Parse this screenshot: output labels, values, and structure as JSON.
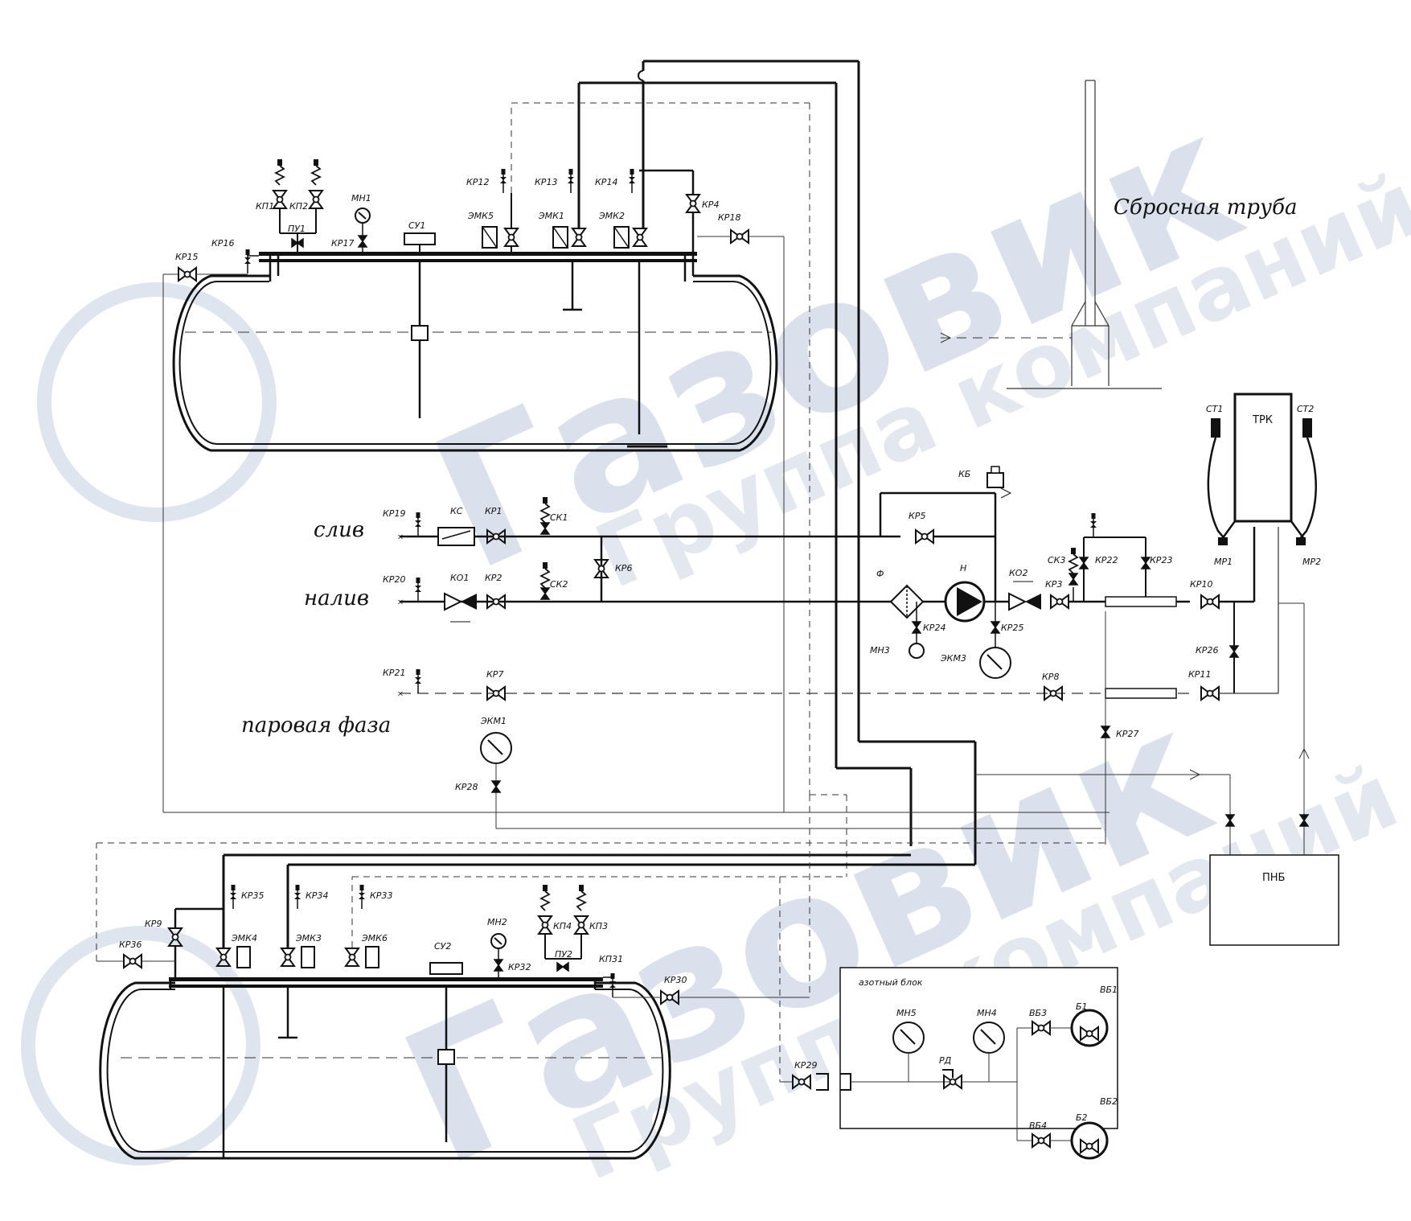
{
  "watermark": {
    "brand": "Газовик",
    "sub": "Группа компаний"
  },
  "colors": {
    "line": "#111111",
    "thin": "#333333",
    "watermark": "#cfd8e6"
  },
  "titles": {
    "vent": "Сбросная труба",
    "drain": "слив",
    "fill": "налив",
    "vapor": "паровая фаза",
    "nitrogen_block": "азотный блок"
  },
  "boxes": {
    "dispenser": "ТРК",
    "pump_unit": "ПНБ"
  },
  "labels": {
    "kp1": "КП1",
    "kp2": "КП2",
    "pu1": "ПУ1",
    "mn1": "МН1",
    "su1": "СУ1",
    "kr12": "КР12",
    "kr13": "КР13",
    "kr14": "КР14",
    "kr4": "КР4",
    "emk5": "ЭМК5",
    "emk1": "ЭМК1",
    "emk2": "ЭМК2",
    "kr18": "КР18",
    "kr15": "КР15",
    "kr16": "КР16",
    "kr17": "КР17",
    "kr19": "КР19",
    "ks": "КС",
    "kr1": "КР1",
    "sk1": "СК1",
    "kr20": "КР20",
    "ko1": "КО1",
    "kr2": "КР2",
    "sk2": "СК2",
    "kr6": "КР6",
    "kr21": "КР21",
    "kr7": "КР7",
    "ekm1": "ЭКМ1",
    "kr28": "КР28",
    "kb": "КБ",
    "kr5": "КР5",
    "f": "Ф",
    "n": "Н",
    "ko2": "КО2",
    "kr3": "КР3",
    "sk3": "СК3",
    "kr22": "КР22",
    "kr23": "КР23",
    "kr24": "КР24",
    "mn3": "МН3",
    "kr25": "КР25",
    "ekm3": "ЭКМ3",
    "kr10": "КР10",
    "kr26": "КР26",
    "kr8": "КР8",
    "kr11": "КР11",
    "kr27": "КР27",
    "st1": "СТ1",
    "st2": "СТ2",
    "mr1": "МР1",
    "mr2": "МР2",
    "kr9": "КР9",
    "kr36": "КР36",
    "kr35": "КР35",
    "kr34": "КР34",
    "kr33": "КР33",
    "emk4": "ЭМК4",
    "emk3": "ЭМК3",
    "emk6": "ЭМК6",
    "su2": "СУ2",
    "mn2": "МН2",
    "kr32": "КР32",
    "kp4": "КП4",
    "kp3": "КП3",
    "pu2": "ПУ2",
    "kp31": "КП31",
    "kr30": "КР30",
    "kr29": "КР29",
    "mn5": "МН5",
    "mn4": "МН4",
    "vb3": "ВБ3",
    "vb4": "ВБ4",
    "vb1": "ВБ1",
    "vb2": "ВБ2",
    "b1": "Б1",
    "b2": "Б2",
    "rd": "РД"
  }
}
